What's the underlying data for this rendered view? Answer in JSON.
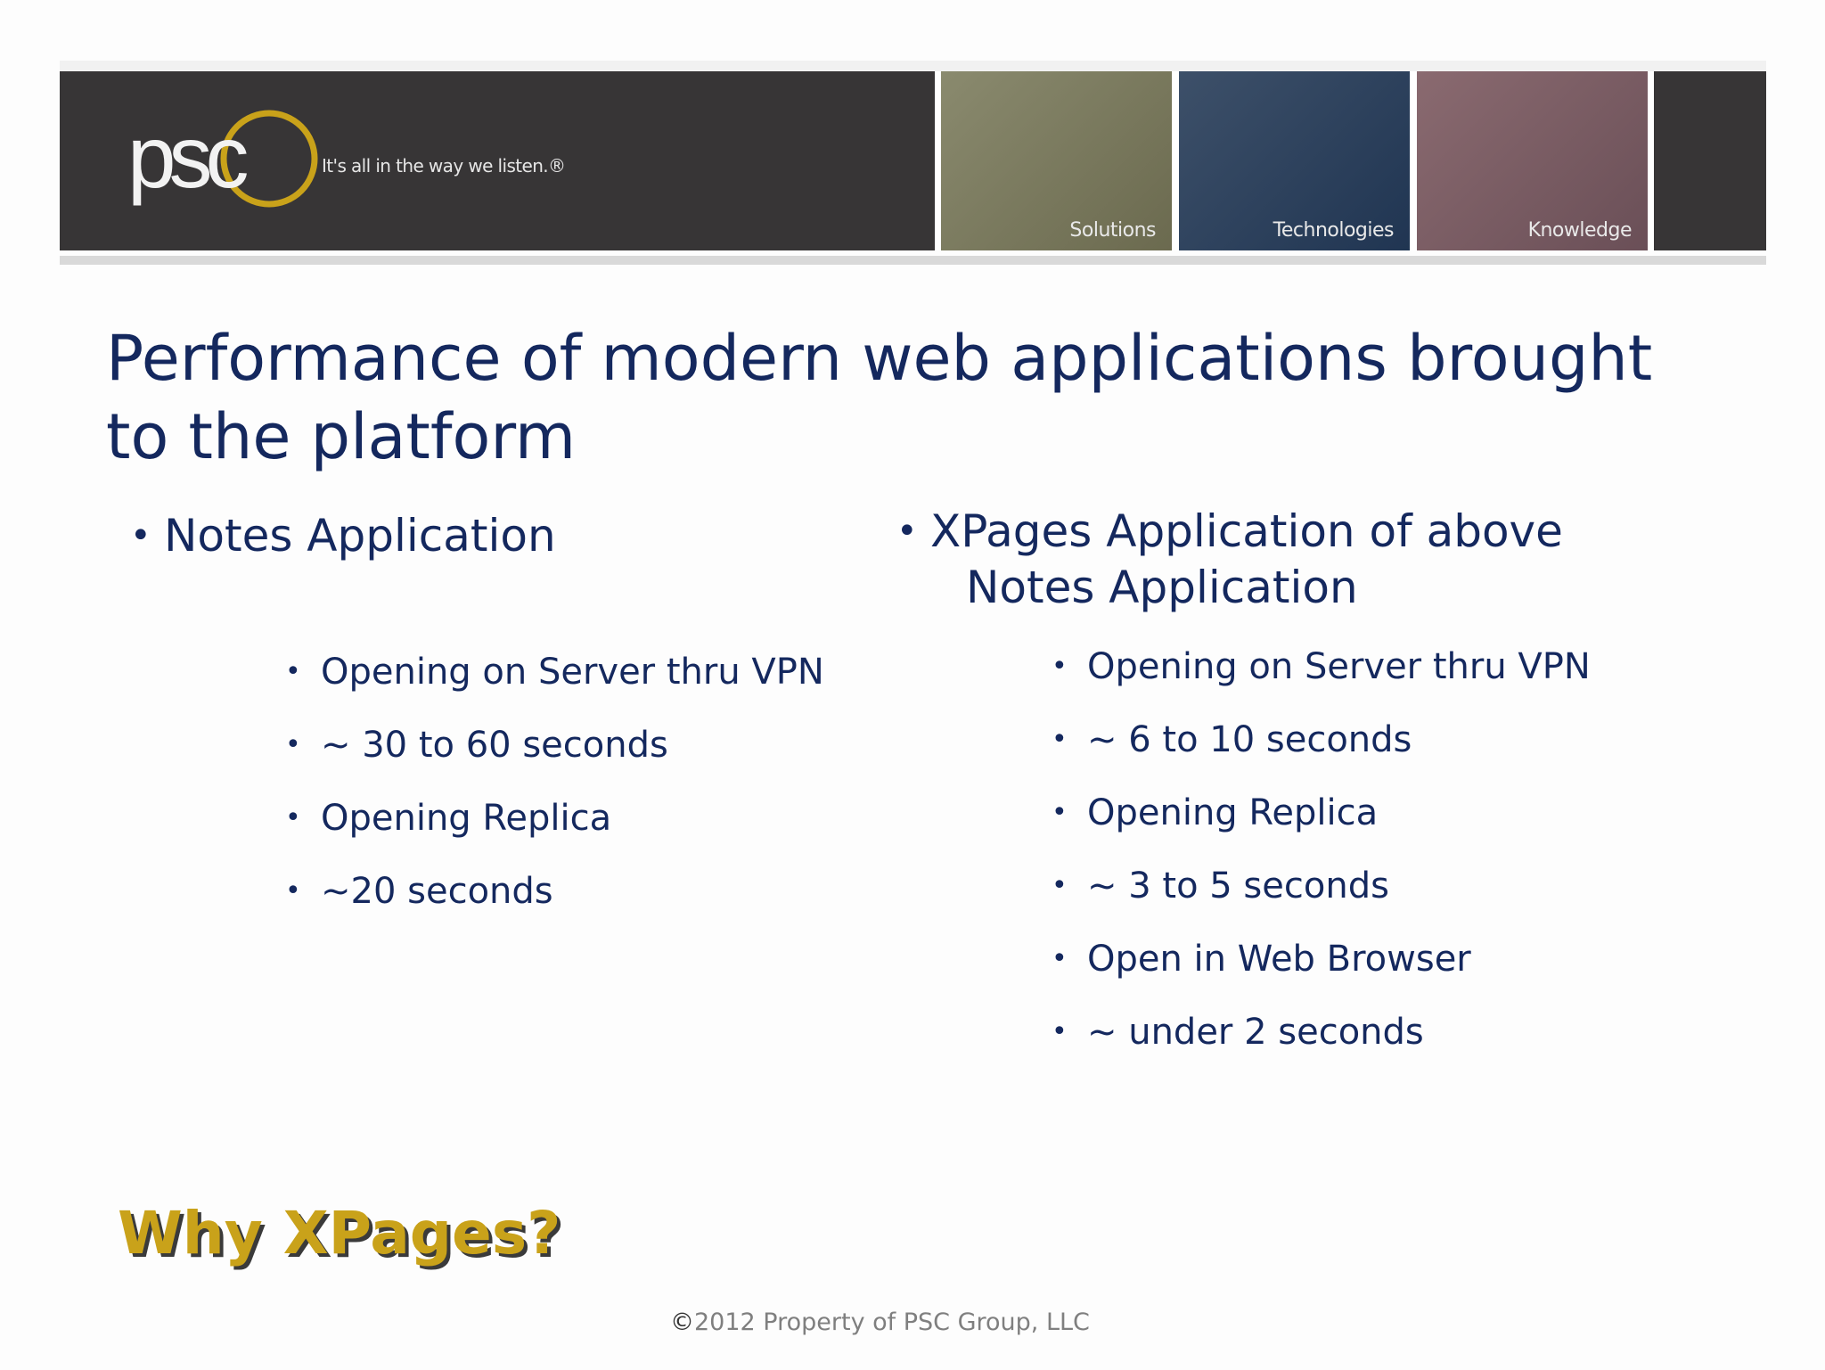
{
  "header": {
    "logo_text": "psc",
    "tagline": "It's all in the way we listen.®",
    "tiles": [
      {
        "label": "Solutions"
      },
      {
        "label": "Technologies"
      },
      {
        "label": "Knowledge"
      }
    ],
    "colors": {
      "banner": "#373536",
      "logo_ring": "#c9a21a"
    }
  },
  "slide": {
    "title_line1": "Performance of modern web applications brought",
    "title_line2": "to the platform",
    "left": {
      "heading": "Notes Application",
      "items": [
        "Opening on Server thru VPN",
        "~ 30 to 60 seconds",
        "Opening Replica",
        "~20 seconds"
      ]
    },
    "right": {
      "heading_line1": "XPages Application of above",
      "heading_line2": "Notes Application",
      "items": [
        "Opening on Server thru VPN",
        "~ 6 to 10 seconds",
        "Opening Replica",
        "~ 3 to 5 seconds",
        "Open in Web Browser",
        "~ under 2 seconds"
      ]
    },
    "section_label": "Why XPages?",
    "footer_symbol": "©",
    "footer_text": "2012 Property of PSC Group, LLC",
    "bullet": "•"
  }
}
